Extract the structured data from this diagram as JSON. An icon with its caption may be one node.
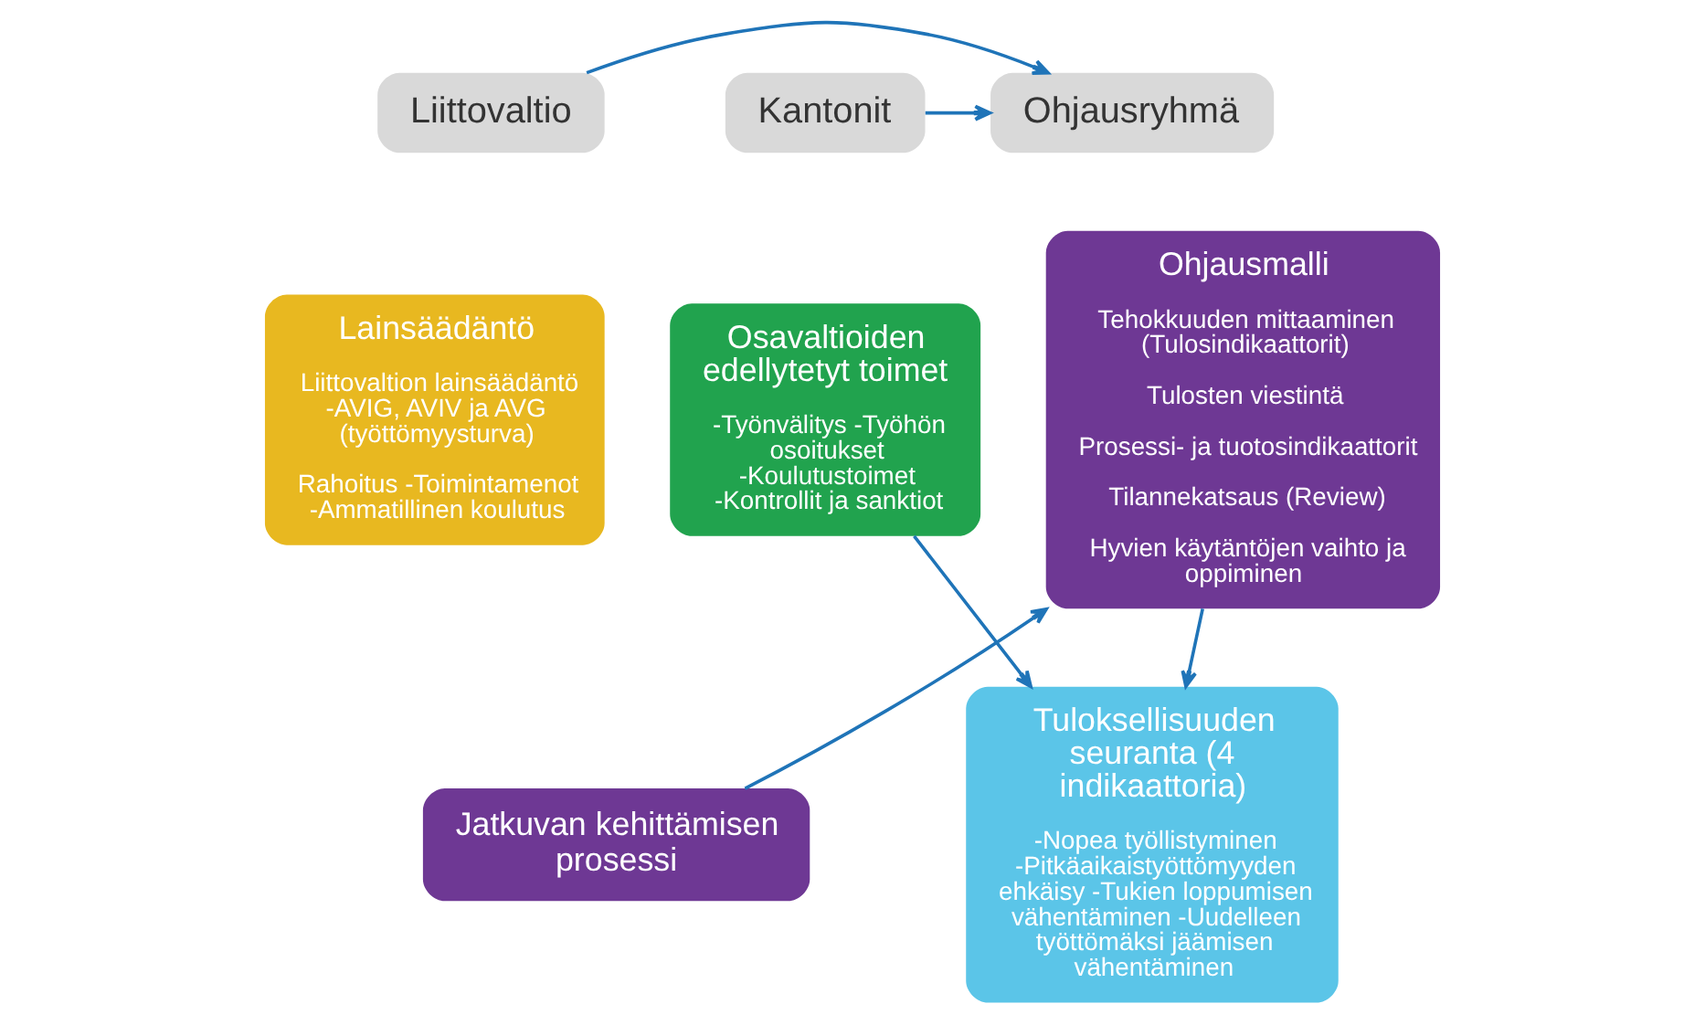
{
  "diagram": {
    "nodes": [
      {
        "text": [
          "Liittovaltio"
        ]
      },
      {
        "text": [
          "Ohjausryhmä"
        ]
      },
      {
        "text": [
          "Kantonit"
        ]
      },
      {
        "text": [
          "Lainsäädäntö",
          "Liittovaltion lainsäädäntö -AVIG, AVIV ja AVG (työttömyysturva)",
          "Rahoitus -Toimintamenot -Ammatillinen koulutus"
        ]
      },
      {
        "text": [
          "Ohjausmalli",
          "Tehokkuuden mittaaminen (Tulosindikaattorit)",
          "Tulosten viestintä",
          "Prosessi- ja tuotosindikaattorit",
          "Tilannekatsaus (Review)",
          "Hyvien käytäntöjen vaihto ja oppiminen"
        ]
      },
      {
        "text": [
          "Osavaltioiden edellytetyt toimet",
          "-Työnvälitys -Työhön osoitukset -Koulutustoimet -Kontrollit ja sanktiot"
        ]
      },
      {
        "text": [
          "Tuloksellisuuden seuranta (4 indikaattoria)",
          "-Nopea työllistyminen -Pitkäaikaistyöttömyyden ehkäisy -Tukien loppumisen vähentäminen -Uudelleen työttömäksi jäämisen vähentäminen"
        ]
      },
      {
        "text": [
          "Jatkuvan kehittämisen prosessi"
        ]
      }
    ],
    "edges": [
      {
        "from": 0,
        "to": 1,
        "arrow": "to"
      },
      {
        "from": 2,
        "to": 1,
        "arrow": "to"
      },
      {
        "from": 5,
        "to": 6,
        "arrow": "to"
      },
      {
        "from": 4,
        "to": 6,
        "arrow": "to"
      },
      {
        "from": 7,
        "to": 4,
        "arrow": "to"
      }
    ]
  }
}
